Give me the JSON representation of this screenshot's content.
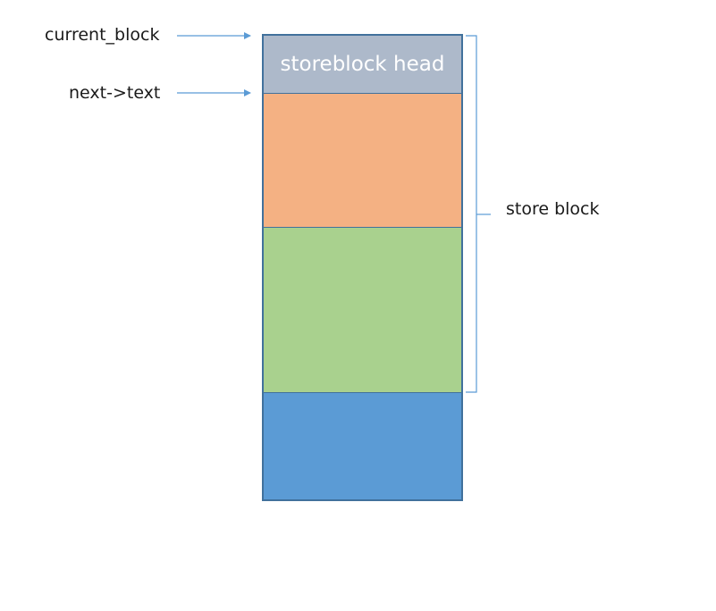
{
  "labels": {
    "current_block": "current_block",
    "next_text": "next->text",
    "store_block": "store block"
  },
  "blocks": {
    "head_label": "storeblock head"
  },
  "colors": {
    "head": "#adb9ca",
    "orange": "#f4b183",
    "green": "#a9d18e",
    "blue": "#5b9bd5",
    "border": "#41719c",
    "arrow": "#5b9bd5"
  }
}
